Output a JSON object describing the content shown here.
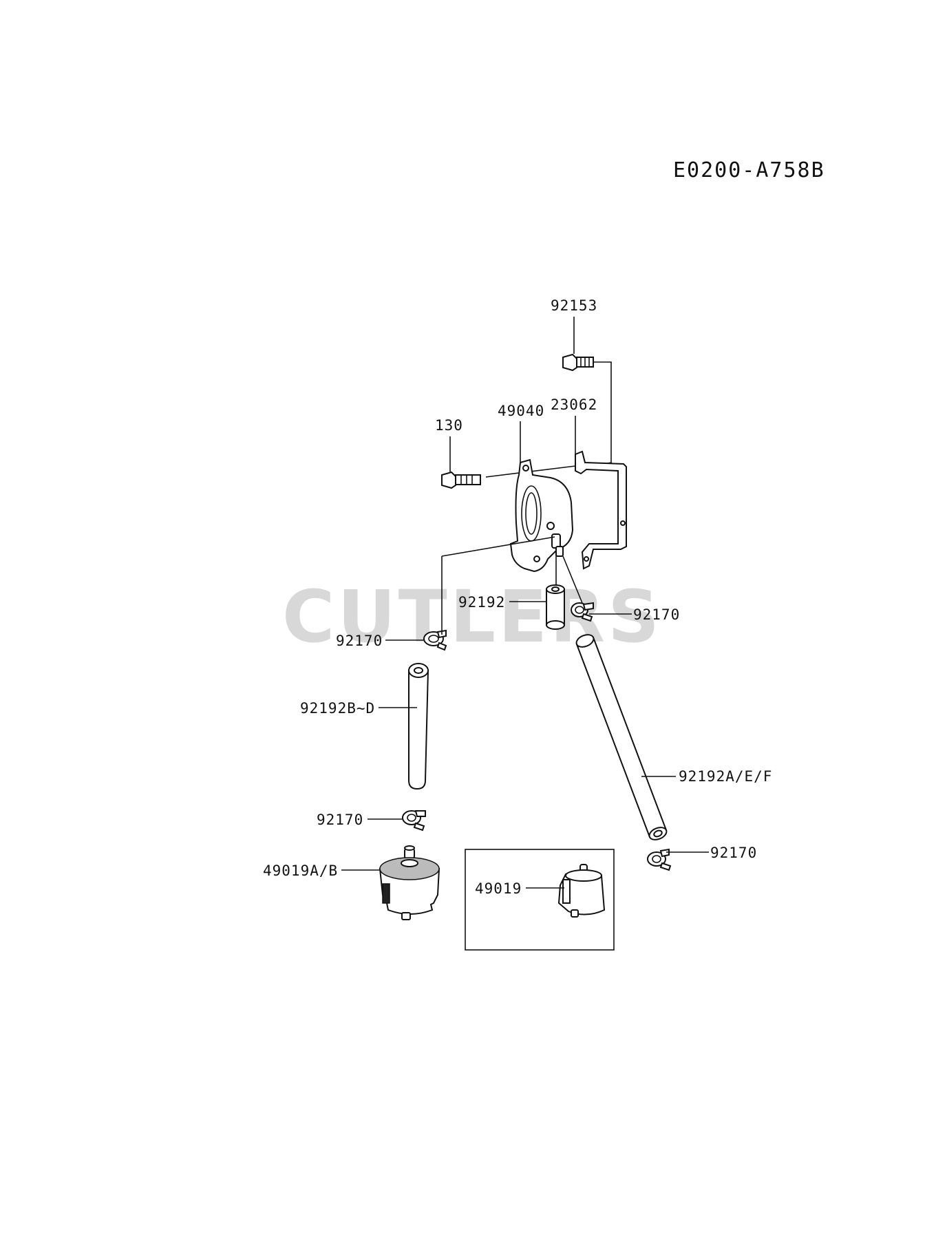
{
  "diagram_code": "E0200-A758B",
  "watermark": "CUTLERS",
  "parts": {
    "p92153": "92153",
    "p130": "130",
    "p49040": "49040",
    "p23062": "23062",
    "p92192": "92192",
    "p92170_right": "92170",
    "p92170_left": "92170",
    "p92192BD": "92192B~D",
    "p92192AEF": "92192A/E/F",
    "p92170_lower": "92170",
    "p49019AB": "49019A/B",
    "p92170_bottom_right": "92170",
    "p49019": "49019"
  }
}
